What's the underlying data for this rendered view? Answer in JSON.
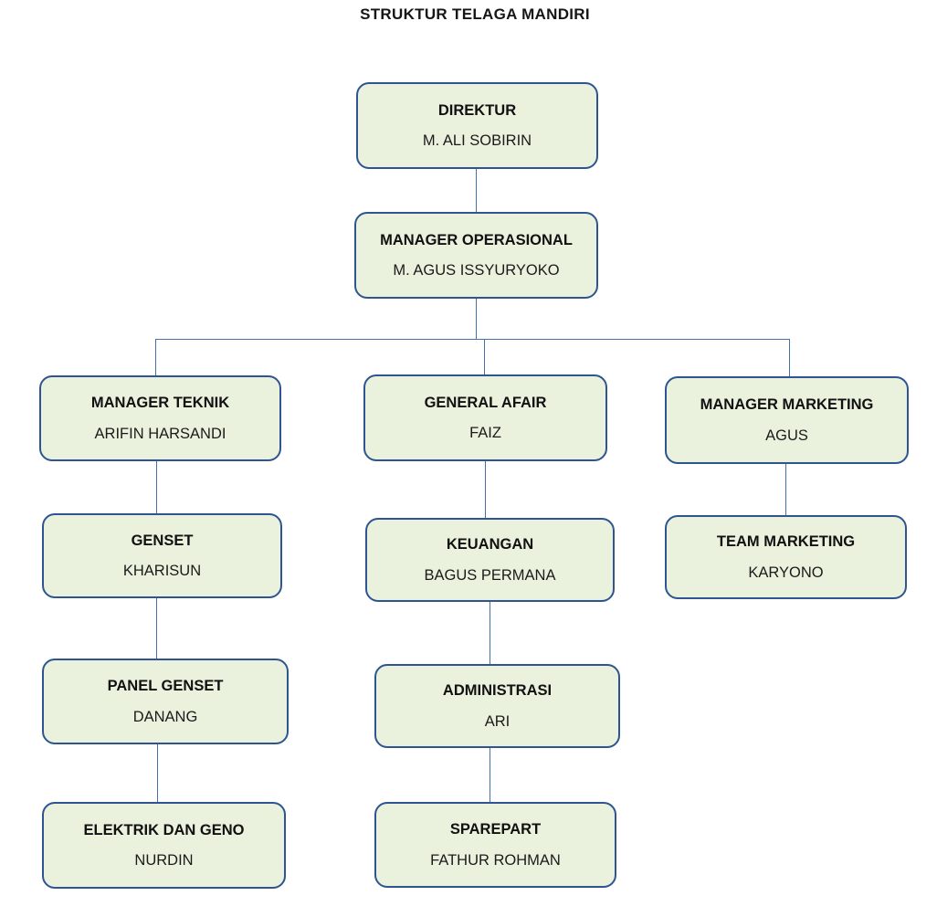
{
  "title": "STRUKTUR TELAGA MANDIRI",
  "colors": {
    "box_fill": "#eaf1dd",
    "box_border": "#2e5591",
    "connector": "#4472a8"
  },
  "nodes": {
    "direktur": {
      "title": "DIREKTUR",
      "name": "M. ALI SOBIRIN"
    },
    "manager_operasional": {
      "title": "MANAGER OPERASIONAL",
      "name": "M. AGUS ISSYURYOKO"
    },
    "manager_teknik": {
      "title": "MANAGER TEKNIK",
      "name": "ARIFIN HARSANDI"
    },
    "general_afair": {
      "title": "GENERAL AFAIR",
      "name": "FAIZ"
    },
    "manager_marketing": {
      "title": "MANAGER MARKETING",
      "name": "AGUS"
    },
    "genset": {
      "title": "GENSET",
      "name": "KHARISUN"
    },
    "keuangan": {
      "title": "KEUANGAN",
      "name": "BAGUS PERMANA"
    },
    "team_marketing": {
      "title": "TEAM MARKETING",
      "name": "KARYONO"
    },
    "panel_genset": {
      "title": "PANEL GENSET",
      "name": "DANANG"
    },
    "administrasi": {
      "title": "ADMINISTRASI",
      "name": "ARI"
    },
    "elektrik_dan_geno": {
      "title": "ELEKTRIK DAN GENO",
      "name": "NURDIN"
    },
    "sparepart": {
      "title": "SPAREPART",
      "name": "FATHUR ROHMAN"
    }
  },
  "edges": [
    {
      "from": "DIREKTUR",
      "to": "MANAGER OPERASIONAL"
    },
    {
      "from": "MANAGER OPERASIONAL",
      "to": "MANAGER TEKNIK"
    },
    {
      "from": "MANAGER OPERASIONAL",
      "to": "GENERAL AFAIR"
    },
    {
      "from": "MANAGER OPERASIONAL",
      "to": "MANAGER MARKETING"
    },
    {
      "from": "MANAGER TEKNIK",
      "to": "GENSET"
    },
    {
      "from": "GENSET",
      "to": "PANEL GENSET"
    },
    {
      "from": "PANEL GENSET",
      "to": "ELEKTRIK DAN GENO"
    },
    {
      "from": "GENERAL AFAIR",
      "to": "KEUANGAN"
    },
    {
      "from": "KEUANGAN",
      "to": "ADMINISTRASI"
    },
    {
      "from": "ADMINISTRASI",
      "to": "SPAREPART"
    },
    {
      "from": "MANAGER MARKETING",
      "to": "TEAM MARKETING"
    }
  ]
}
